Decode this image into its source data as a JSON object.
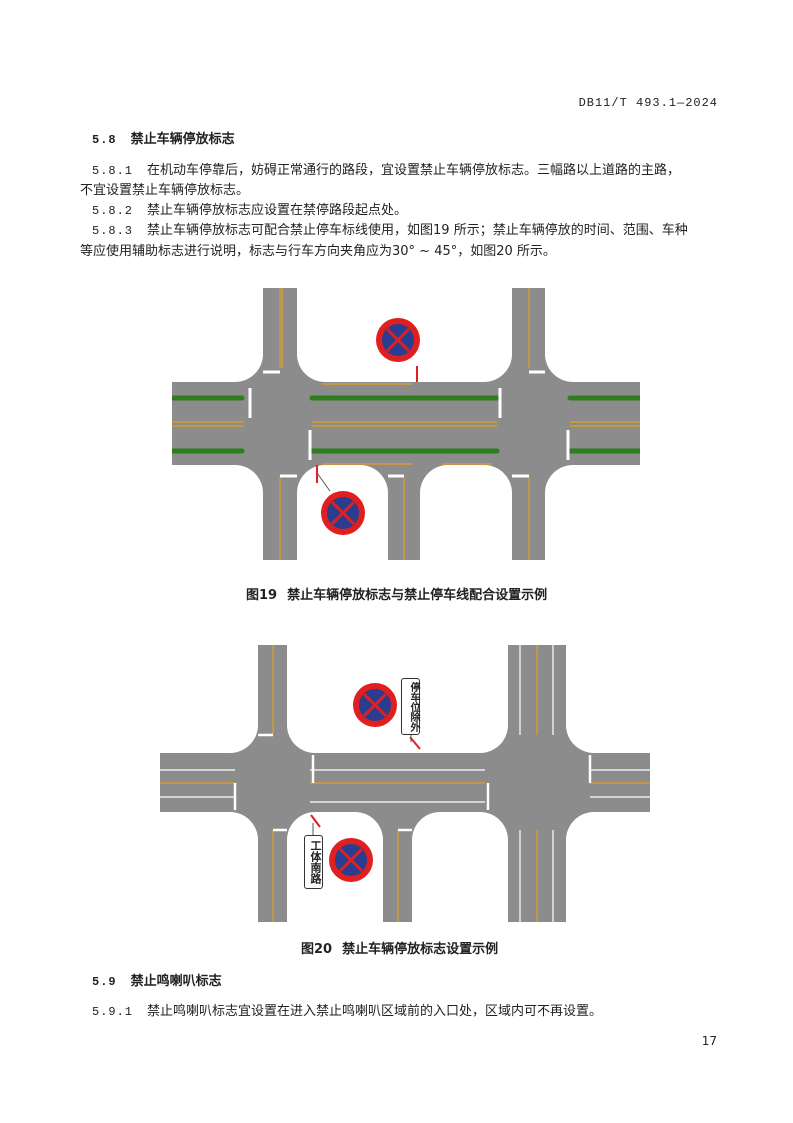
{
  "header": {
    "doc_id": "DB11/T 493.1—2024"
  },
  "section_5_8": {
    "num": "5.8",
    "title": "禁止车辆停放标志",
    "p1_num": "5.8.1",
    "p1_line1": "在机动车停靠后，妨碍正常通行的路段，宜设置禁止车辆停放标志。三幅路以上道路的主路，",
    "p1_line2": "不宜设置禁止车辆停放标志。",
    "p2_num": "5.8.2",
    "p2": "禁止车辆停放标志应设置在禁停路段起点处。",
    "p3_num": "5.8.3",
    "p3_line1": "禁止车辆停放标志可配合禁止停车标线使用，如图19 所示；禁止车辆停放的时间、范围、车种",
    "p3_line2": "等应使用辅助标志进行说明，标志与行车方向夹角应为30° ~ 45°，如图20 所示。"
  },
  "figure19": {
    "num": "图19",
    "caption": "禁止车辆停放标志与禁止停车线配合设置示例"
  },
  "figure20": {
    "num": "图20",
    "caption": "禁止车辆停放标志设置示例",
    "sign_label_top": "停车位除外",
    "sign_label_bottom": "工体南路"
  },
  "section_5_9": {
    "num": "5.9",
    "title": "禁止鸣喇叭标志",
    "p1_num": "5.9.1",
    "p1": "禁止鸣喇叭标志宜设置在进入禁止鸣喇叭区域前的入口处，区域内可不再设置。"
  },
  "footer": {
    "page": "17"
  },
  "colors": {
    "road": "#8c8c8c",
    "sign_red": "#e02020",
    "sign_blue": "#2a3d8f",
    "green": "#2e7d1e",
    "yellow": "#e0a020"
  }
}
